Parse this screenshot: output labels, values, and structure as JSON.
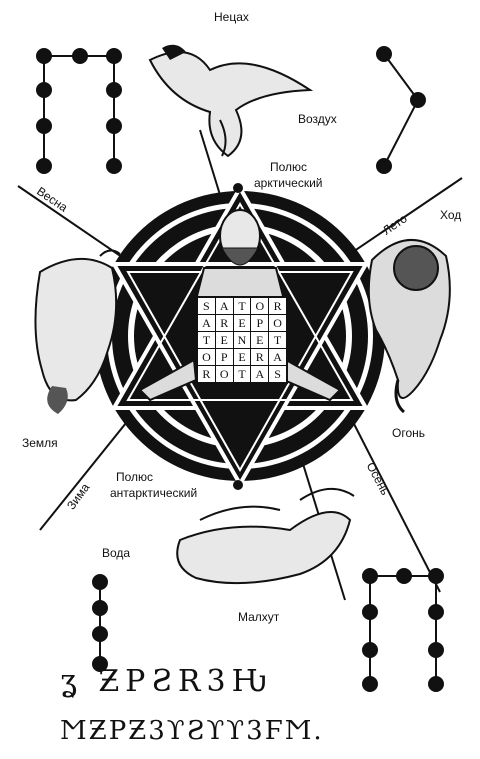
{
  "labels": {
    "top": "Нецах",
    "air": "Воздух",
    "pole_north_1": "Полюс",
    "pole_north_2": "арктический",
    "spring": "Весна",
    "summer": "Лето",
    "hod": "Ход",
    "earth": "Земля",
    "fire": "Огонь",
    "winter": "Зима",
    "pole_south_1": "Полюс",
    "pole_south_2": "антарктический",
    "autumn": "Осень",
    "water": "Вода",
    "bottom": "Малхут"
  },
  "sator_square": {
    "rows": [
      [
        "S",
        "A",
        "T",
        "O",
        "R"
      ],
      [
        "A",
        "R",
        "E",
        "P",
        "O"
      ],
      [
        "T",
        "E",
        "N",
        "E",
        "T"
      ],
      [
        "O",
        "P",
        "E",
        "R",
        "A"
      ],
      [
        "R",
        "O",
        "T",
        "A",
        "S"
      ]
    ]
  },
  "glyph_lines": {
    "line1": "ʓ  ƵPƧR3Ƕ",
    "line2": "ϺƵPƵ3ϒƧϒϒ3ϜϺ."
  },
  "icons": [
    "eagle-figure",
    "lion-figure",
    "bull-figure",
    "angel-figure",
    "bearded-figure",
    "hexagram",
    "geomantic-figure"
  ]
}
